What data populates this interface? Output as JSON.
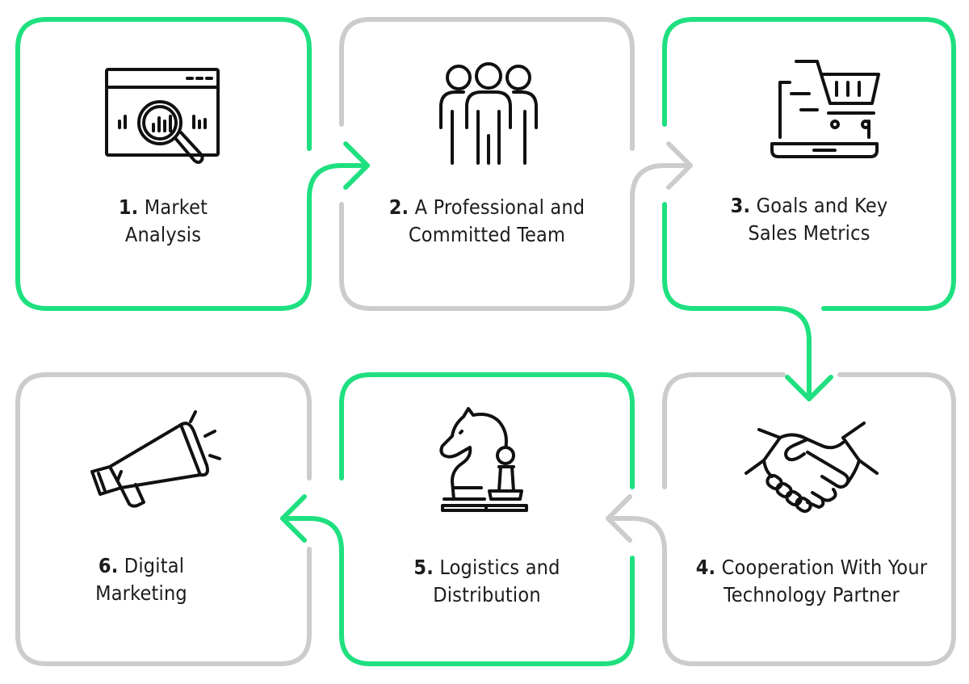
{
  "colors": {
    "accent": "#1ee07f",
    "neutral": "#cccccc",
    "icon": "#111111",
    "text": "#1c1c1c"
  },
  "steps": [
    {
      "number": "1.",
      "line1": "Market",
      "line2": "Analysis",
      "icon": "market-analysis-icon",
      "frame": "accent"
    },
    {
      "number": "2.",
      "line1": "A Professional and",
      "line2": "Committed Team",
      "icon": "team-icon",
      "frame": "neutral"
    },
    {
      "number": "3.",
      "line1": "Goals and Key",
      "line2": "Sales Metrics",
      "icon": "laptop-cart-icon",
      "frame": "accent"
    },
    {
      "number": "4.",
      "line1": "Cooperation With Your",
      "line2": "Technology Partner",
      "icon": "handshake-icon",
      "frame": "neutral"
    },
    {
      "number": "5.",
      "line1": "Logistics and",
      "line2": "Distribution",
      "icon": "chess-icon",
      "frame": "accent"
    },
    {
      "number": "6.",
      "line1": "Digital",
      "line2": "Marketing",
      "icon": "megaphone-icon",
      "frame": "neutral"
    }
  ]
}
